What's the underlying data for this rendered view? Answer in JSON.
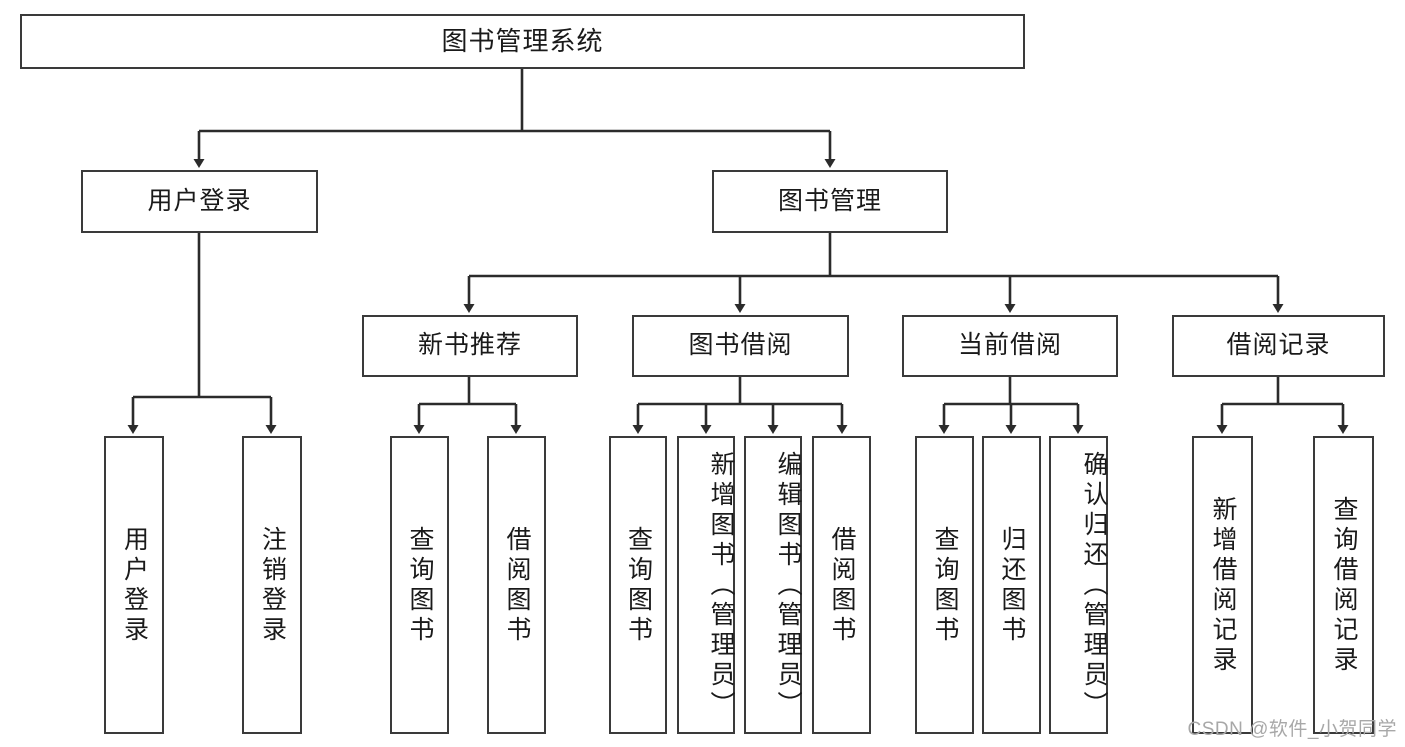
{
  "diagram": {
    "title": "图书管理系统",
    "type": "tree-hierarchy-chart",
    "colors": {
      "box_border": "#3a3a3a",
      "box_fill": "#ffffff",
      "edge": "#2b2b2b",
      "text": "#1a1a1a",
      "watermark": "#a8a8a8",
      "background": "#ffffff"
    },
    "root": {
      "label": "图书管理系统"
    },
    "level2": [
      {
        "label": "用户登录"
      },
      {
        "label": "图书管理"
      }
    ],
    "level3": [
      {
        "label": "新书推荐"
      },
      {
        "label": "图书借阅"
      },
      {
        "label": "当前借阅"
      },
      {
        "label": "借阅记录"
      }
    ],
    "leaves": {
      "user_login": [
        {
          "label": "用户登录"
        },
        {
          "label": "注销登录"
        }
      ],
      "new_book_recommend": [
        {
          "label": "查询图书"
        },
        {
          "label": "借阅图书"
        }
      ],
      "book_borrow": [
        {
          "label": "查询图书"
        },
        {
          "label": "新增图书（管理员）"
        },
        {
          "label": "编辑图书（管理员）"
        },
        {
          "label": "借阅图书"
        }
      ],
      "current_borrow": [
        {
          "label": "查询图书"
        },
        {
          "label": "归还图书"
        },
        {
          "label": "确认归还（管理员）"
        }
      ],
      "borrow_record": [
        {
          "label": "新增借阅记录"
        },
        {
          "label": "查询借阅记录"
        }
      ]
    }
  },
  "watermark": {
    "text": "CSDN @软件_小贺同学"
  }
}
